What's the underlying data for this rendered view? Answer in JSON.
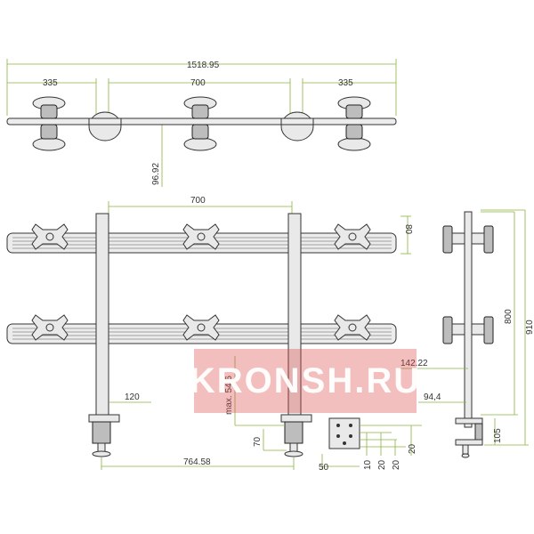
{
  "dimensions": {
    "top_total": "1518.95",
    "top_left": "335",
    "top_mid": "700",
    "top_right": "335",
    "top_depth": "96.92",
    "front_span": "700",
    "rail_height": "80",
    "pole_offset": "120",
    "base_width": "764.58",
    "max_clamp": "max. 54,6",
    "clamp_70": "70",
    "plate_50": "50",
    "plate_10": "10",
    "plate_20a": "20",
    "plate_20b": "20",
    "plate_20c": "20",
    "side_800": "800",
    "side_910": "910",
    "side_142": "142.22",
    "side_94": "94,4",
    "side_105": "105"
  },
  "watermark": "KRONSH.RU",
  "colors": {
    "dimension": "#8ab33f",
    "line": "#333333",
    "watermark": "#dc4646"
  }
}
